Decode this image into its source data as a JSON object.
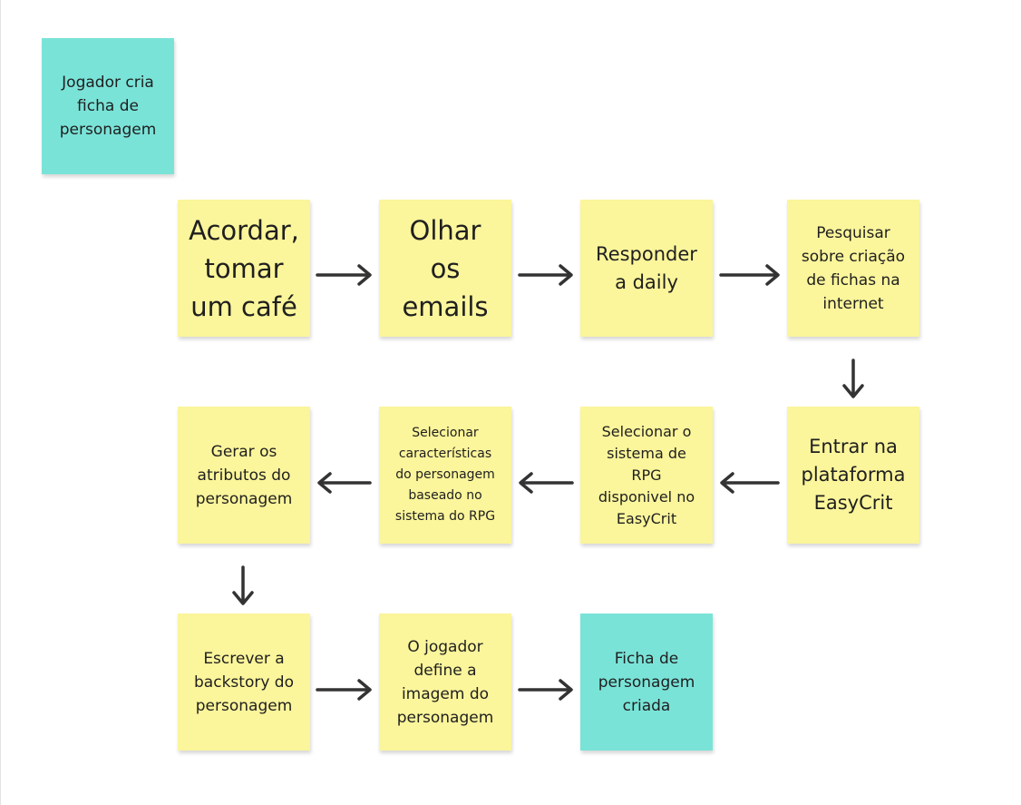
{
  "notes": {
    "start": "Jogador cria\nficha de\npersonagem",
    "n1": "Acordar,\ntomar\num café",
    "n2": "Olhar\nos\nemails",
    "n3": "Responder\na daily",
    "n4": "Pesquisar\nsobre criação\nde fichas na\ninternet",
    "n5": "Entrar na\nplataforma\nEasyCrit",
    "n6": "Selecionar o\nsistema de\nRPG\ndisponivel no\nEasyCrit",
    "n7": "Selecionar\ncaracterísticas\ndo personagem\nbaseado no\nsistema do RPG",
    "n8": "Gerar os\natributos do\npersonagem",
    "n9": "Escrever a\nbackstory do\npersonagem",
    "n10": "O jogador\ndefine a\nimagem do\npersonagem",
    "end": "Ficha de\npersonagem\ncriada"
  },
  "colors": {
    "yellow_note": "#fbf59b",
    "teal_note": "#7ae3d8",
    "arrow": "#333333"
  }
}
